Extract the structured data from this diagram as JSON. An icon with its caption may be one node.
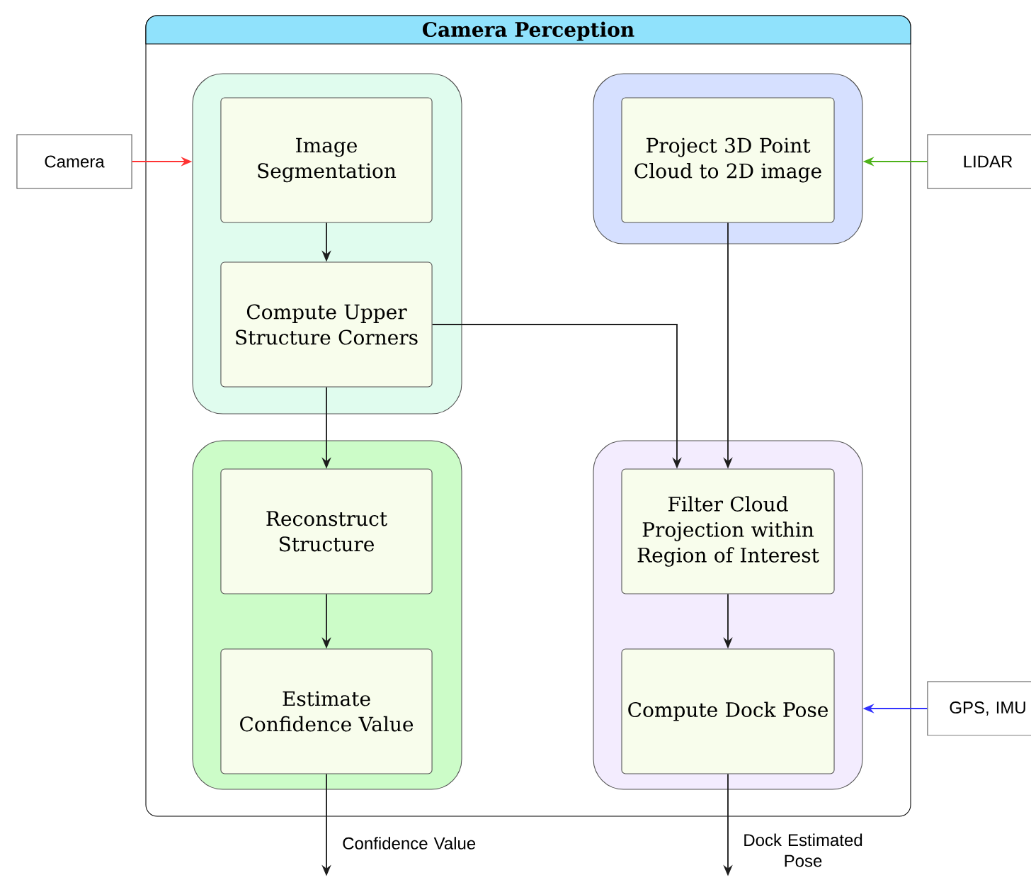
{
  "diagram": {
    "nodes": [
      {
        "text": [
          "Camera Perception"
        ]
      },
      {
        "text": [],
        "shape": "box",
        "in": 0
      },
      {
        "text": [
          "Image Segmentation"
        ],
        "in": 1
      },
      {
        "text": [
          "Compute Upper Structure Corners"
        ],
        "in": 1
      },
      {
        "text": [],
        "shape": "box",
        "in": 0
      },
      {
        "text": [
          "Project 3D Point Cloud to 2D image"
        ],
        "in": 4
      },
      {
        "text": [],
        "shape": "box",
        "in": 0
      },
      {
        "text": [
          "Reconstruct Structure"
        ],
        "in": 6
      },
      {
        "text": [
          "Estimate Confidence Value"
        ],
        "in": 6
      },
      {
        "text": [],
        "shape": "box",
        "in": 0
      },
      {
        "text": [
          "Filter Cloud Projection within Region of Interest"
        ],
        "in": 9
      },
      {
        "text": [
          "Compute Dock Pose"
        ],
        "in": 9
      },
      {
        "text": [
          "Camera"
        ]
      },
      {
        "text": [
          "LIDAR"
        ]
      },
      {
        "text": [
          "GPS, IMU"
        ]
      }
    ],
    "edges": [
      {
        "from": 12,
        "to": 1,
        "arrow": "to",
        "color": "#ff3333"
      },
      {
        "from": 13,
        "to": 4,
        "arrow": "to",
        "color": "#4db21a"
      },
      {
        "from": 14,
        "to": 9,
        "arrow": "to",
        "color": "#3333ff"
      },
      {
        "from": 2,
        "to": 3,
        "arrow": "to"
      },
      {
        "from": 3,
        "to": 10,
        "arrow": "to"
      },
      {
        "from": 5,
        "to": 10,
        "arrow": "to"
      },
      {
        "from": 3,
        "to": 7,
        "arrow": "to"
      },
      {
        "from": 7,
        "to": 8,
        "arrow": "to"
      },
      {
        "from": 10,
        "to": 11,
        "arrow": "to"
      },
      {
        "from": 8,
        "to": null,
        "arrow": "to",
        "label": "Confidence Value"
      },
      {
        "from": 11,
        "to": null,
        "arrow": "to",
        "label": "Dock Estimated Pose"
      }
    ]
  }
}
